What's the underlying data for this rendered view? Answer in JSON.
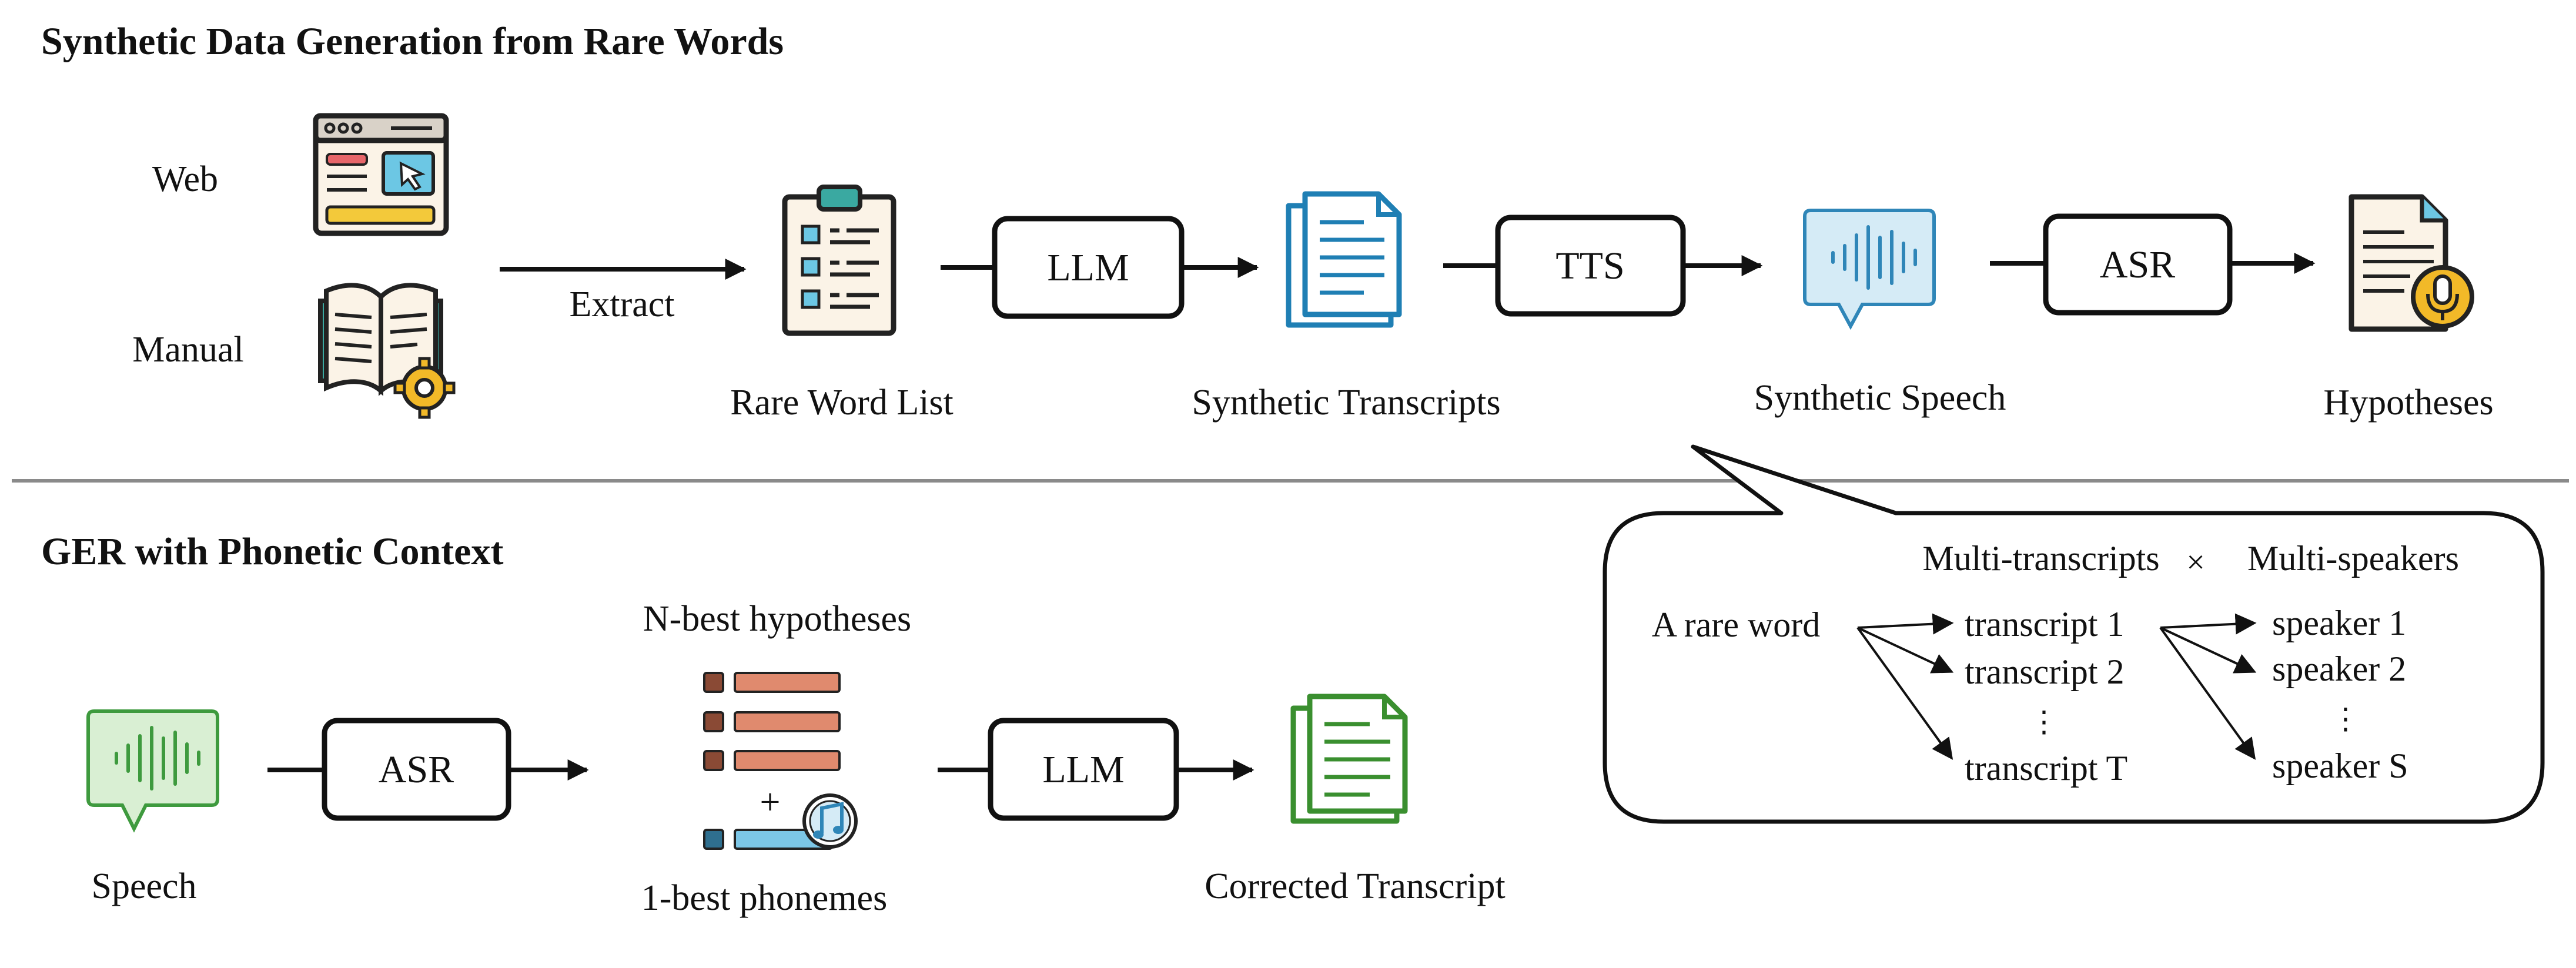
{
  "top_section": {
    "title": "Synthetic Data Generation from Rare Words",
    "source_web": "Web",
    "source_manual": "Manual",
    "extract_label": "Extract",
    "rare_word_list": "Rare Word List",
    "llm_box": "LLM",
    "synthetic_transcripts": "Synthetic Transcripts",
    "tts_box": "TTS",
    "synthetic_speech": "Synthetic Speech",
    "asr_box": "ASR",
    "hypotheses": "Hypotheses"
  },
  "bubble": {
    "header_left": "Multi-transcripts",
    "times": "×",
    "header_right": "Multi-speakers",
    "rare_word": "A rare word",
    "transcripts": [
      "transcript 1",
      "transcript 2",
      "transcript T"
    ],
    "speakers": [
      "speaker 1",
      "speaker 2",
      "speaker S"
    ],
    "ellipsis": "⋮"
  },
  "bottom_section": {
    "title": "GER with Phonetic Context",
    "speech": "Speech",
    "asr_box": "ASR",
    "nbest": "N-best hypotheses",
    "plus": "+",
    "one_best": "1-best phonemes",
    "llm_box": "LLM",
    "corrected": "Corrected Transcript"
  },
  "colors": {
    "speech_blue": "#2f86b8",
    "speech_green": "#3e9a3e",
    "nbest_orange": "#e08a6e",
    "nbest_dark": "#8a4a35",
    "phoneme_blue": "#7cc6e6",
    "gold": "#f2b928",
    "doc_blue": "#1f7fb4",
    "doc_green": "#3a8f2f"
  },
  "icons": {
    "web": "browser-window-icon",
    "manual": "open-book-gear-icon",
    "rare_word_list": "clipboard-checklist-icon",
    "transcripts": "documents-icon",
    "speech": "audio-waveform-bubble-icon",
    "hypotheses": "document-microphone-icon",
    "nbest": "list-icon",
    "phoneme": "music-note-icon",
    "corrected": "documents-icon"
  }
}
